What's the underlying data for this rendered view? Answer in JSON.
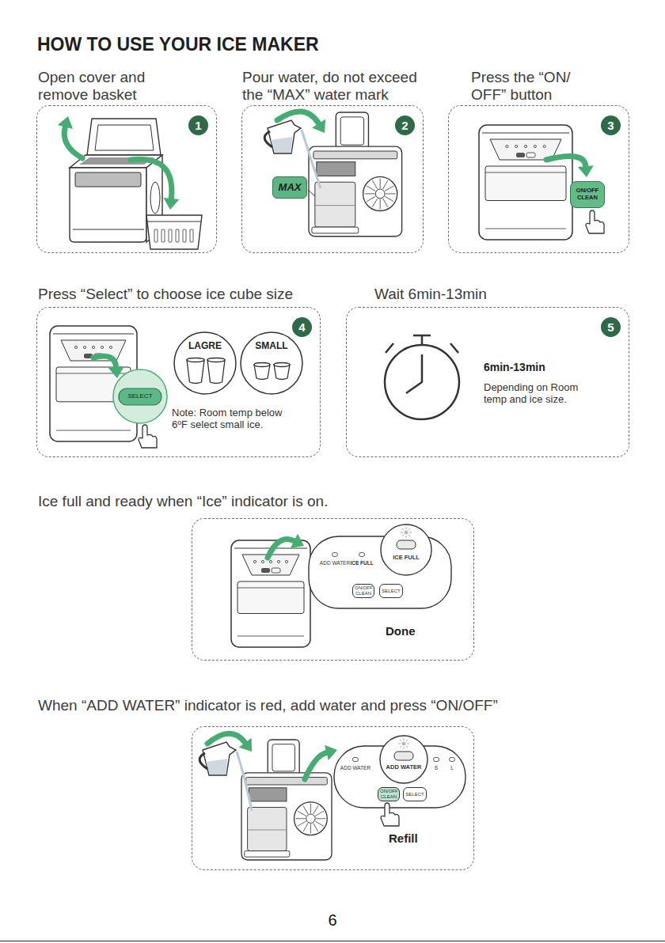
{
  "diagram": {
    "title": "HOW TO USE YOUR ICE MAKER",
    "nodes": [
      {
        "text": [
          "Open cover and remove basket",
          "1"
        ]
      },
      {
        "text": [
          "Pour water, do not exceed the “MAX” water mark",
          "2"
        ]
      },
      {
        "text": [
          "MAX"
        ],
        "in": 1
      },
      {
        "text": [
          "Press the “ON/ OFF” button",
          "3"
        ]
      },
      {
        "text": [
          "ON/OFF CLEAN"
        ],
        "in": 3
      },
      {
        "text": [
          "Press “Select” to choose ice cube size",
          "4",
          "Note: Room temp below 6ºF select small ice."
        ]
      },
      {
        "text": [
          "SELECT"
        ],
        "in": 5
      },
      {
        "text": [
          "LAGRE"
        ],
        "in": 5
      },
      {
        "text": [
          "SMALL"
        ],
        "in": 5
      },
      {
        "text": [
          "Wait 6min-13min",
          "5",
          "6min-13min",
          "Depending on Room temp and ice size."
        ]
      },
      {
        "text": [
          "Ice full and ready when “Ice” indicator is on.",
          "Done"
        ]
      },
      {
        "text": [
          "ADD WATER",
          "ICE FULL"
        ],
        "in": 10
      },
      {
        "text": [
          "ICE FULL"
        ],
        "in": 11
      },
      {
        "text": [
          "ON/OFF CLEAN"
        ],
        "in": 11
      },
      {
        "text": [
          "SELECT"
        ],
        "in": 11
      },
      {
        "text": [
          "When “ADD WATER” indicator is red, add water and press “ON/OFF”",
          "Refill"
        ]
      },
      {
        "text": [
          "ADD WATER",
          "S",
          "L"
        ],
        "in": 15
      },
      {
        "text": [
          "ADD WATER"
        ],
        "in": 16
      },
      {
        "text": [
          "ON/OFF CLEAN"
        ],
        "in": 16
      },
      {
        "text": [
          "SELECT"
        ],
        "in": 16
      }
    ],
    "labels": [
      "6"
    ]
  }
}
